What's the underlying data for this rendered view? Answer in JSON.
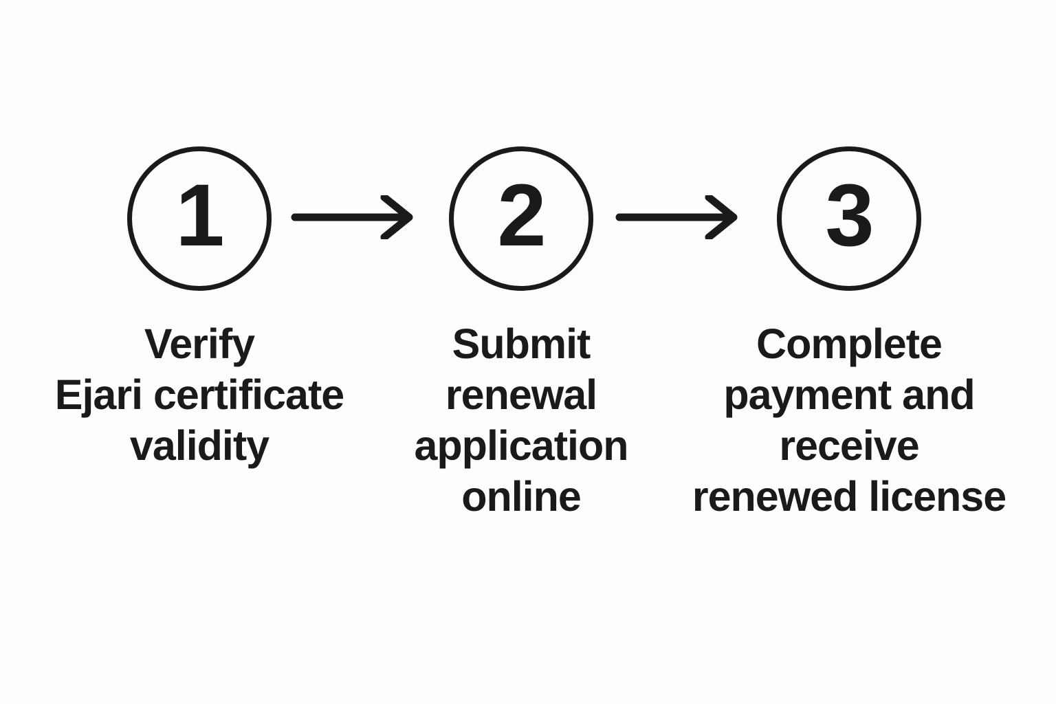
{
  "theme": {
    "ink": "#1a1a1a",
    "background": "#fdfdfd"
  },
  "process_flow": {
    "steps": [
      {
        "number": "1",
        "label": "Verify\nEjari certificate\nvalidity"
      },
      {
        "number": "2",
        "label": "Submit\nrenewal\napplication\nonline"
      },
      {
        "number": "3",
        "label": "Complete\npayment and\nreceive\nrenewed license"
      }
    ],
    "connector_icon": "arrow-right-icon"
  }
}
